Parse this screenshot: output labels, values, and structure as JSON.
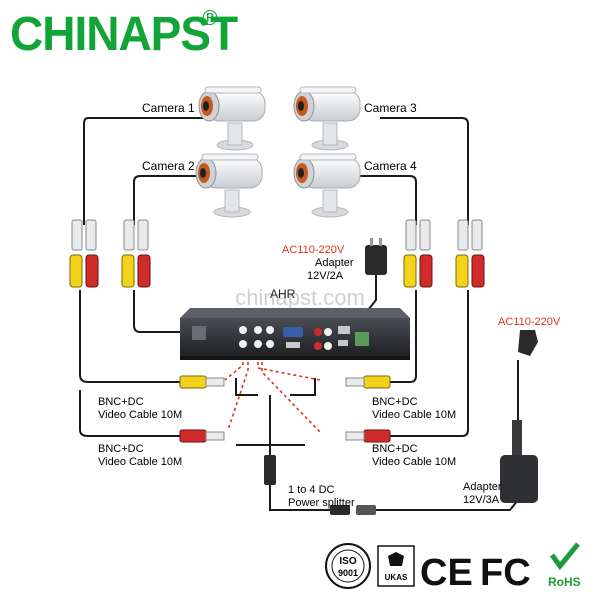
{
  "brand": {
    "name": "CHINAPST",
    "reg_mark": "®",
    "color": "#11a538"
  },
  "watermark": "chinapst.com",
  "cameras": [
    "Camera 1",
    "Camera 2",
    "Camera 3",
    "Camera 4"
  ],
  "dvr_label": "AHR",
  "adapter_small": {
    "voltage": "AC110-220V",
    "line1": "Adapter",
    "line2": "12V/2A"
  },
  "adapter_large": {
    "voltage": "AC110-220V",
    "line1": "Adapter",
    "line2": "12V/3A"
  },
  "cables": {
    "left_top": {
      "line1": "BNC+DC",
      "line2": "Video Cable 10M"
    },
    "left_bottom": {
      "line1": "BNC+DC",
      "line2": "Video Cable 10M"
    },
    "right_top": {
      "line1": "BNC+DC",
      "line2": "Video Cable 10M"
    },
    "right_bottom": {
      "line1": "BNC+DC",
      "line2": "Video Cable 10M"
    }
  },
  "splitter": {
    "line1": "1 to 4 DC",
    "line2": "Power splitter"
  },
  "certifications": {
    "iso": "ISO",
    "iso_num": "9001",
    "ukas": "UKAS",
    "ce": "CE",
    "fc": "FC",
    "rohs": "RoHS"
  },
  "colors": {
    "accent_red": "#e0321e",
    "cable": "#1a1a1a",
    "rca_red": "#d02b2b",
    "rca_yellow": "#f2d21b"
  }
}
